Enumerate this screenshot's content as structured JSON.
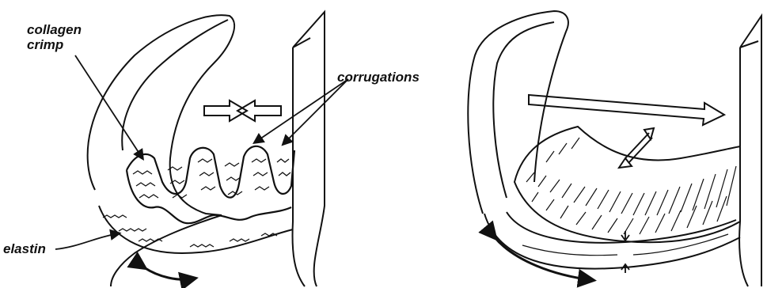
{
  "labels": {
    "collagen_crimp_line1": "collagen",
    "collagen_crimp_line2": "crimp",
    "corrugations": "corrugations",
    "elastin": "elastin"
  },
  "colors": {
    "ink": "#111111",
    "paper": "#ffffff"
  }
}
